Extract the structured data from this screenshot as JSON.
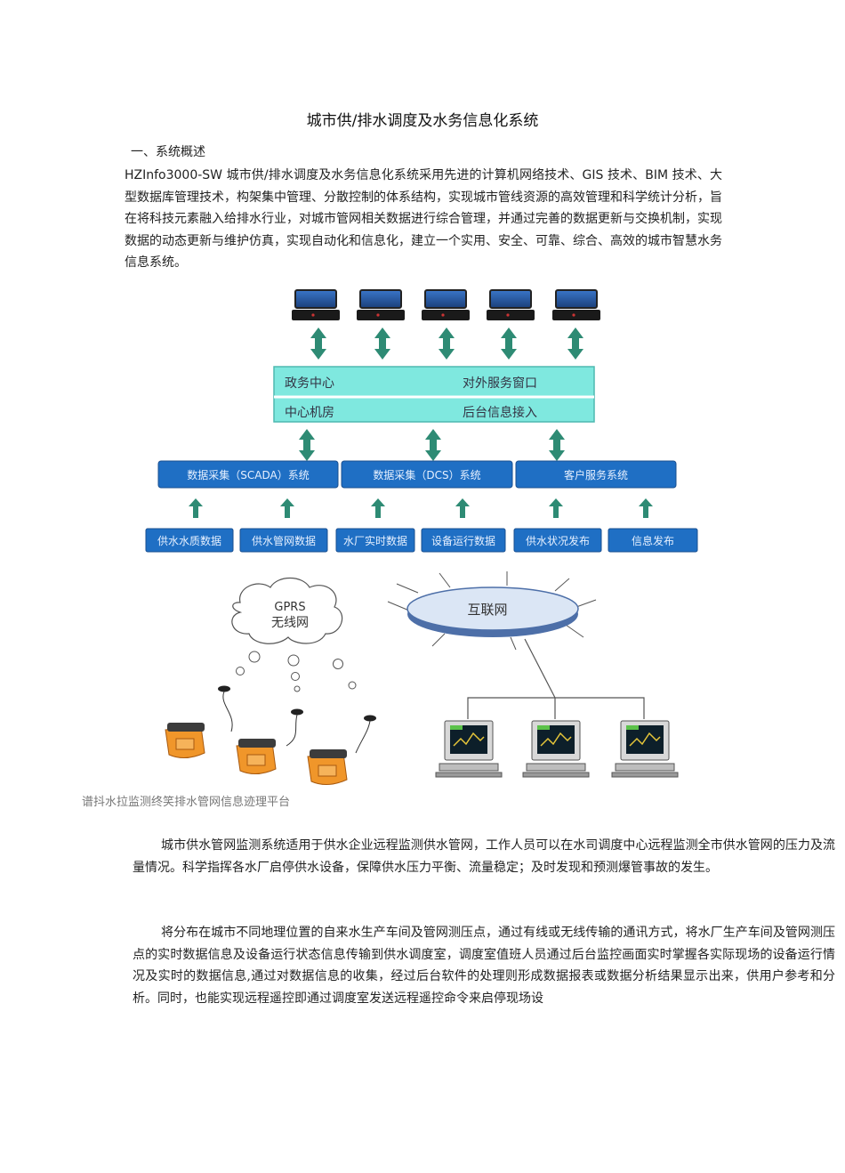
{
  "document": {
    "title": "城市供/排水调度及水务信息化系统",
    "section_heading": "一、系统概述",
    "intro": "HZInfo3000-SW 城市供/排水调度及水务信息化系统采用先进的计算机网络技术、GIS 技术、BIM 技术、大型数据库管理技术，构架集中管理、分散控制的体系结构，实现城市管线资源的高效管理和科学统计分析，旨在将科技元素融入给排水行业，对城市管网相关数据进行综合管理，并通过完善的数据更新与交换机制，实现数据的动态更新与维护仿真，实现自动化和信息化，建立一个实用、安全、可靠、综合、高效的城市智慧水务信息系统。",
    "caption": "谱抖水拉监测终笑排水管网信息迹理平台",
    "para1": "城市供水管网监测系统适用于供水企业远程监测供水管网，工作人员可以在水司调度中心远程监测全市供水管网的压力及流量情况。科学指挥各水厂启停供水设备，保障供水压力平衡、流量稳定；及时发现和预测爆管事故的发生。",
    "para2": "将分布在城市不同地理位置的自来水生产车间及管网测压点，通过有线或无线传输的通讯方式，将水厂生产车间及管网测压点的实时数据信息及设备运行状态信息传输到供水调度室，调度室值班人员通过后台监控画面实时掌握各实际现场的设备运行情况及实时的数据信息,通过对数据信息的收集，经过后台软件的处理则形成数据报表或数据分析结果显示出来，供用户参考和分析。同时，也能实现远程遥控即通过调度室发送远程遥控命令来启停现场设"
  },
  "diagram1": {
    "center_top_left": "政务中心",
    "center_top_right": "对外服务窗口",
    "center_bottom_left": "中心机房",
    "center_bottom_right": "后台信息接入",
    "systems": [
      "数据采集（SCADA）系统",
      "数据采集（DCS）系统",
      "客户服务系统"
    ],
    "sources": [
      "供水水质数据",
      "供水管网数据",
      "水厂实时数据",
      "设备运行数据",
      "供水状况发布",
      "信息发布"
    ]
  },
  "diagram2": {
    "cloud_line1": "GPRS",
    "cloud_line2": "无线网",
    "internet": "互联网"
  },
  "colors": {
    "center_fill": "#7fe8df",
    "system_fill": "#1f6fc4",
    "arrow": "#2e8b74",
    "device_orange": "#f0962a"
  }
}
